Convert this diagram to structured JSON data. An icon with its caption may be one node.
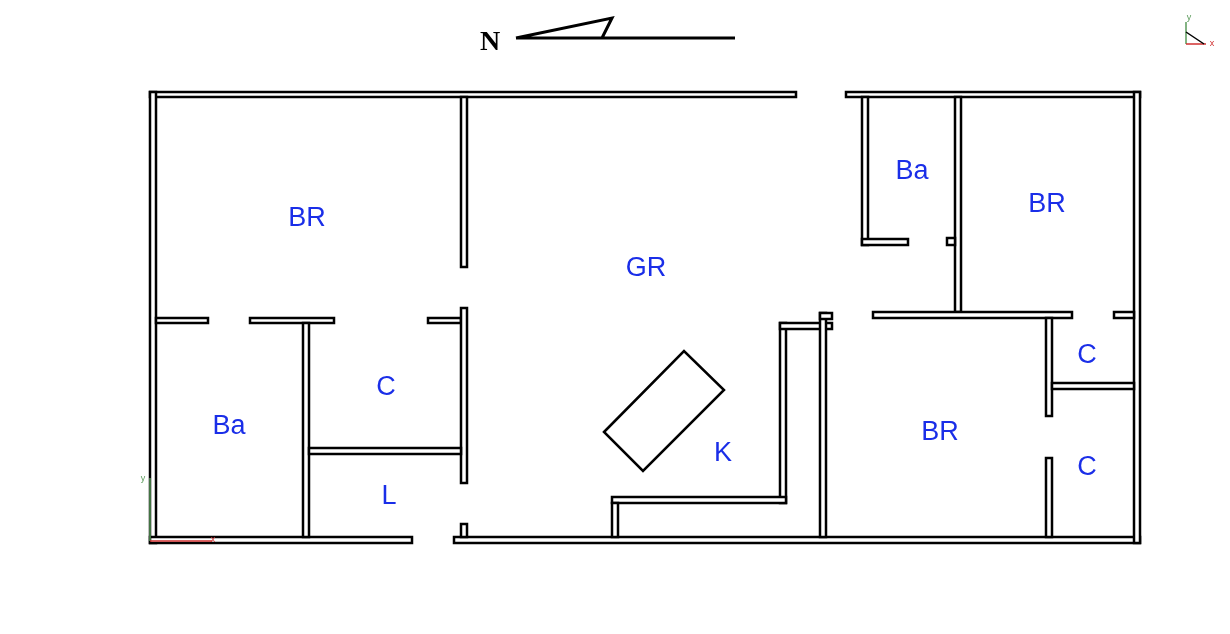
{
  "diagram": {
    "labels": [
      "N",
      "y",
      "x",
      "Ba",
      "BR",
      "BR",
      "GR",
      "C",
      "C",
      "Ba",
      "BR",
      "K",
      "C",
      "L",
      "y",
      "x"
    ]
  }
}
